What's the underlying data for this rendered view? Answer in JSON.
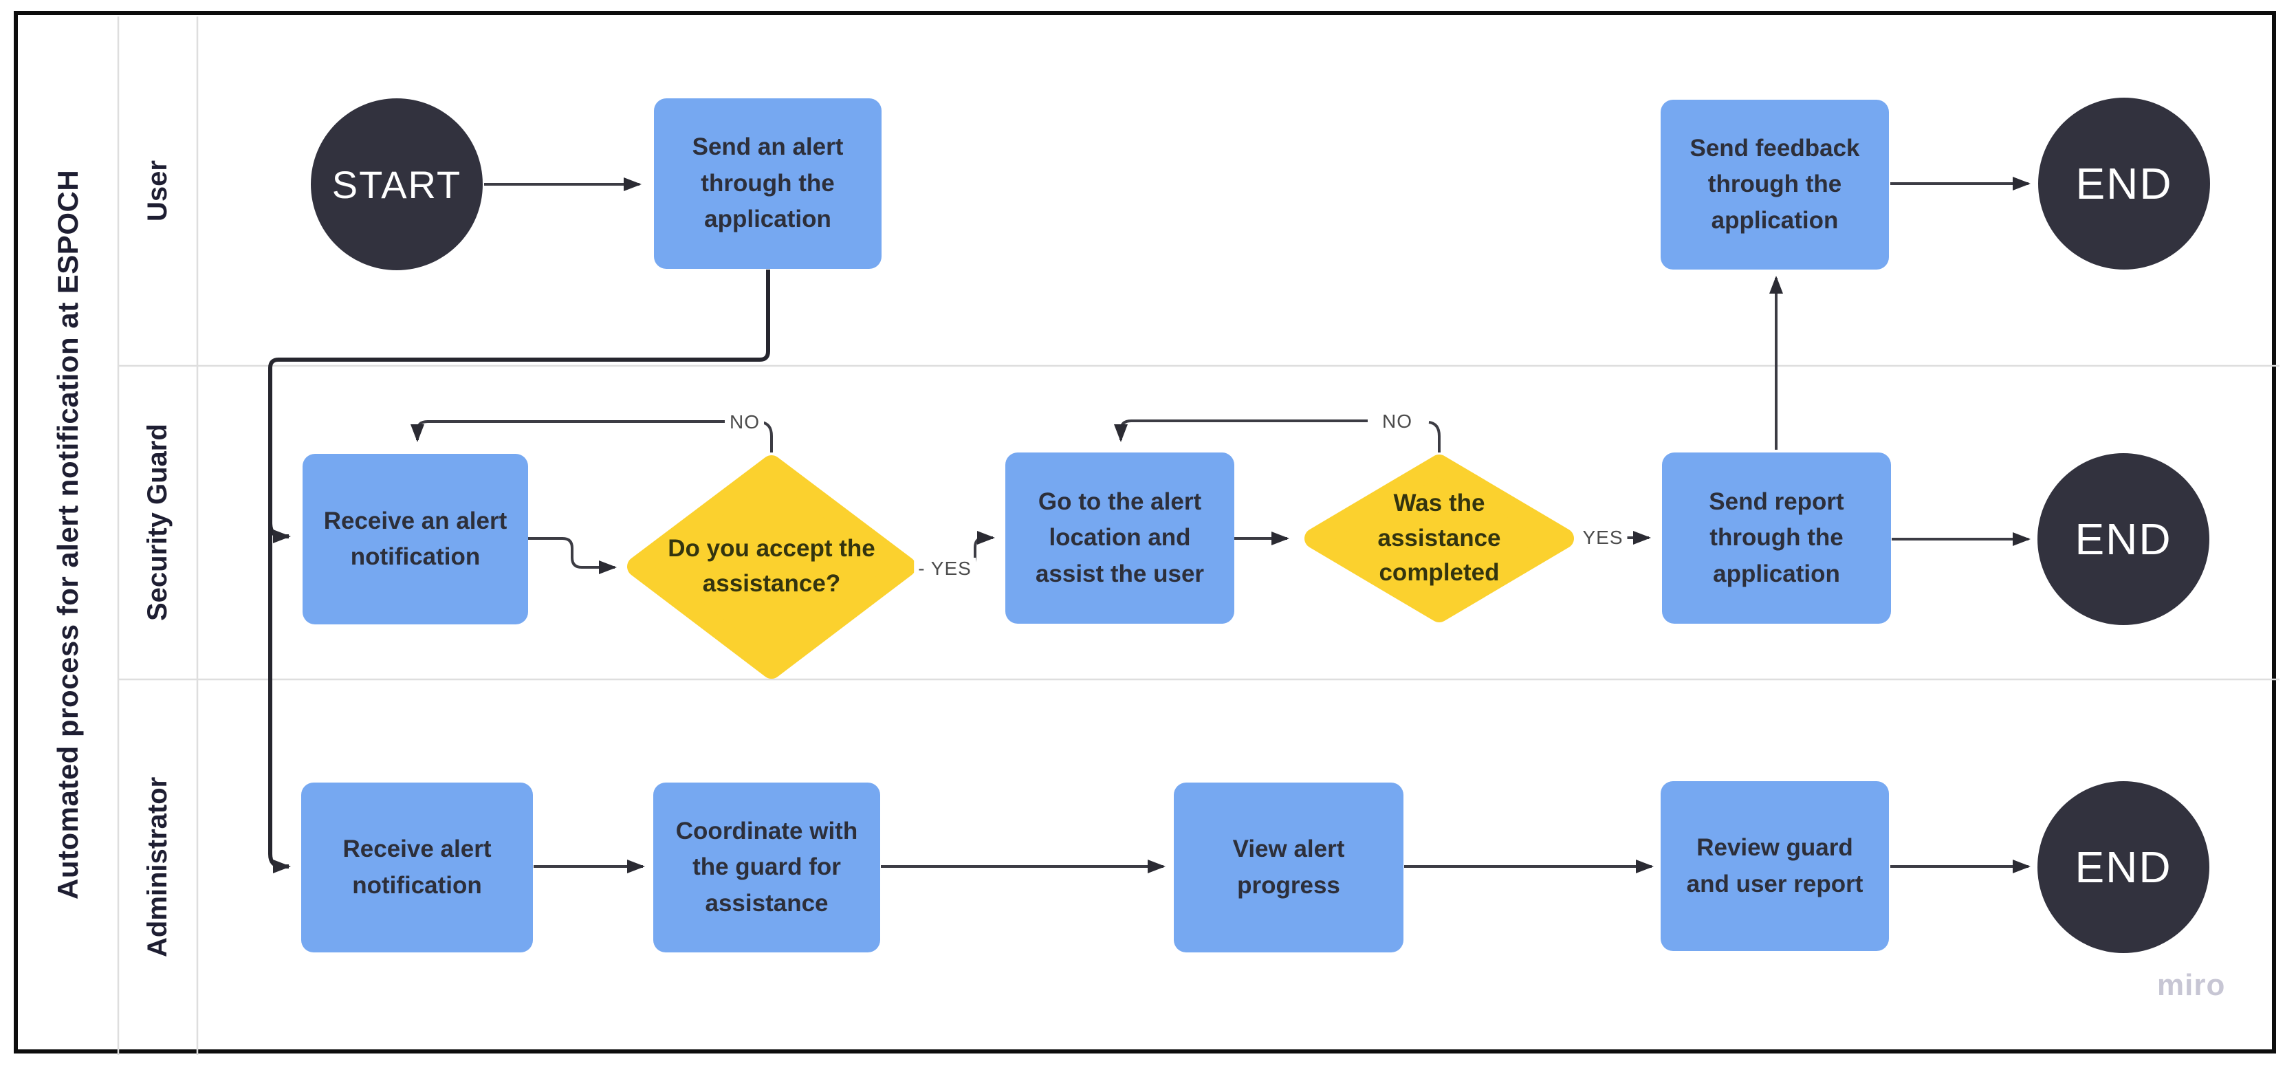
{
  "diagram": {
    "title": "Automated process for alert notification at ESPOCH",
    "watermark": "miro",
    "lanes": [
      {
        "label": "User"
      },
      {
        "label": "Security Guard"
      },
      {
        "label": "Administrator"
      }
    ]
  },
  "nodes": {
    "start": {
      "label": "START",
      "type": "terminal"
    },
    "send_alert": {
      "label": "Send an alert through the application",
      "type": "process"
    },
    "send_feedback": {
      "label": "Send feedback through the application",
      "type": "process"
    },
    "end_user": {
      "label": "END",
      "type": "terminal"
    },
    "receive_alert_guard": {
      "label": "Receive an alert notification",
      "type": "process"
    },
    "accept_assistance": {
      "label": "Do you accept the assistance?",
      "type": "decision"
    },
    "go_to_location": {
      "label": "Go to the alert location and assist the user",
      "type": "process"
    },
    "assistance_completed": {
      "label": "Was the assistance completed",
      "type": "decision"
    },
    "send_report": {
      "label": "Send report through the application",
      "type": "process"
    },
    "end_guard": {
      "label": "END",
      "type": "terminal"
    },
    "receive_alert_admin": {
      "label": "Receive alert notification",
      "type": "process"
    },
    "coordinate_guard": {
      "label": "Coordinate with the guard for assistance",
      "type": "process"
    },
    "view_progress": {
      "label": "View alert progress",
      "type": "process"
    },
    "review_report": {
      "label": "Review guard and user report",
      "type": "process"
    }
  },
  "edge_labels": {
    "accept_no": "NO",
    "accept_yes": "- YES",
    "completed_no": "NO",
    "completed_yes": "YES"
  },
  "colors": {
    "process_fill": "#76A8F1",
    "decision_fill": "#FBD12E",
    "terminal_fill": "#32323E",
    "connector": "#3C3C44",
    "main_connector": "#26262E",
    "lane_line": "#DEDEDE",
    "frame": "#0D0D0D",
    "watermark": "#C7C6D4"
  }
}
